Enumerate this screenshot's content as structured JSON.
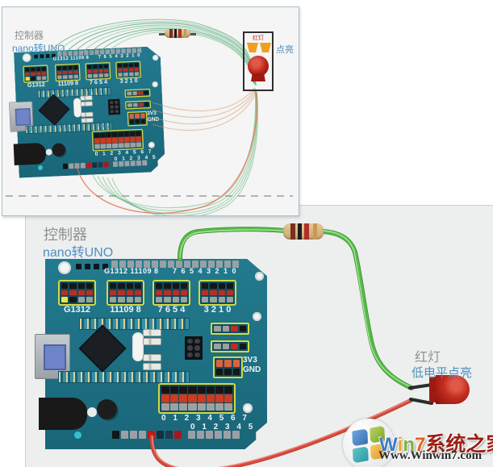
{
  "panels": {
    "top": {
      "title": "控制器",
      "subtitle": "nano转UNO",
      "led_caption": "红灯",
      "led_state": "点亮"
    },
    "bottom": {
      "title": "控制器",
      "subtitle": "nano转UNO",
      "led_name": "红灯",
      "led_note": "低电平点亮"
    }
  },
  "board": {
    "digital_left": "G1312 11109 8",
    "digital_right": "7 6 5 4 3 2 1 0",
    "block_labels": [
      "G1312",
      "11109 8",
      "7 6 5 4",
      "3 2 1 0"
    ],
    "power": {
      "v33": "3V3",
      "gnd": "GND"
    },
    "analog_top": "0 1 2 3 4 5 6 7",
    "analog_bottom": "0 1 2 3 4 5"
  },
  "watermark": {
    "letters": [
      "W",
      "i",
      "n",
      "7"
    ],
    "brand_cn": "系统之家",
    "url": "Www.Winwin7.com"
  },
  "colors": {
    "accent_blue": "#4e8fc4",
    "label_gray": "#8f9092",
    "wire_green": "#56b94a",
    "wire_red": "#d84a3c",
    "board_teal": "#1e7084",
    "header_yellow": "#d3d943"
  }
}
